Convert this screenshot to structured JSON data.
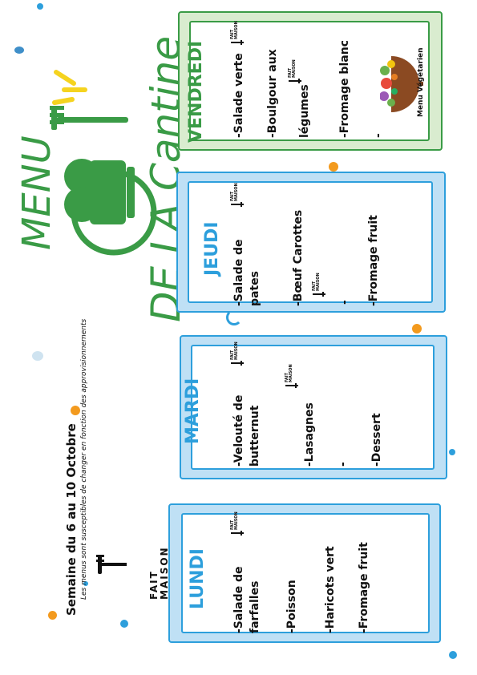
{
  "title": {
    "line1": "MENU",
    "line2": "DE LA Cantine"
  },
  "header": {
    "week": "Semaine du 6 au 10 Octobre",
    "note": "Les menus sont susceptibles de changer en fonction des approvisionnements",
    "fait_maison_line1": "FAIT",
    "fait_maison_line2": "MAISON"
  },
  "badge_text": {
    "line1": "FAIT",
    "line2": "MAISON"
  },
  "days": {
    "lundi": {
      "name": "LUNDI",
      "items": [
        "-Salade de",
        "farfalles",
        "-Poisson",
        "-Haricots vert",
        "-Fromage fruit"
      ]
    },
    "mardi": {
      "name": "MARDI",
      "items": [
        "-Velouté de",
        "butternut",
        "-Lasagnes",
        "-",
        "-Dessert"
      ]
    },
    "jeudi": {
      "name": "JEUDI",
      "items": [
        "-Salade de",
        "pates",
        "-Bœuf Carottes",
        "-",
        "-Fromage fruit"
      ]
    },
    "vendredi": {
      "name": "VENDREDI",
      "items": [
        "-Salade verte",
        "-Boulgour aux",
        "légumes",
        "-Fromage blanc",
        "-"
      ]
    }
  },
  "veg_badge": {
    "label": "Menu Végétarien"
  },
  "colors": {
    "blue": "#2d9fdc",
    "green": "#3a9b46",
    "orange": "#f39a1e",
    "yellow": "#f5d31f"
  }
}
